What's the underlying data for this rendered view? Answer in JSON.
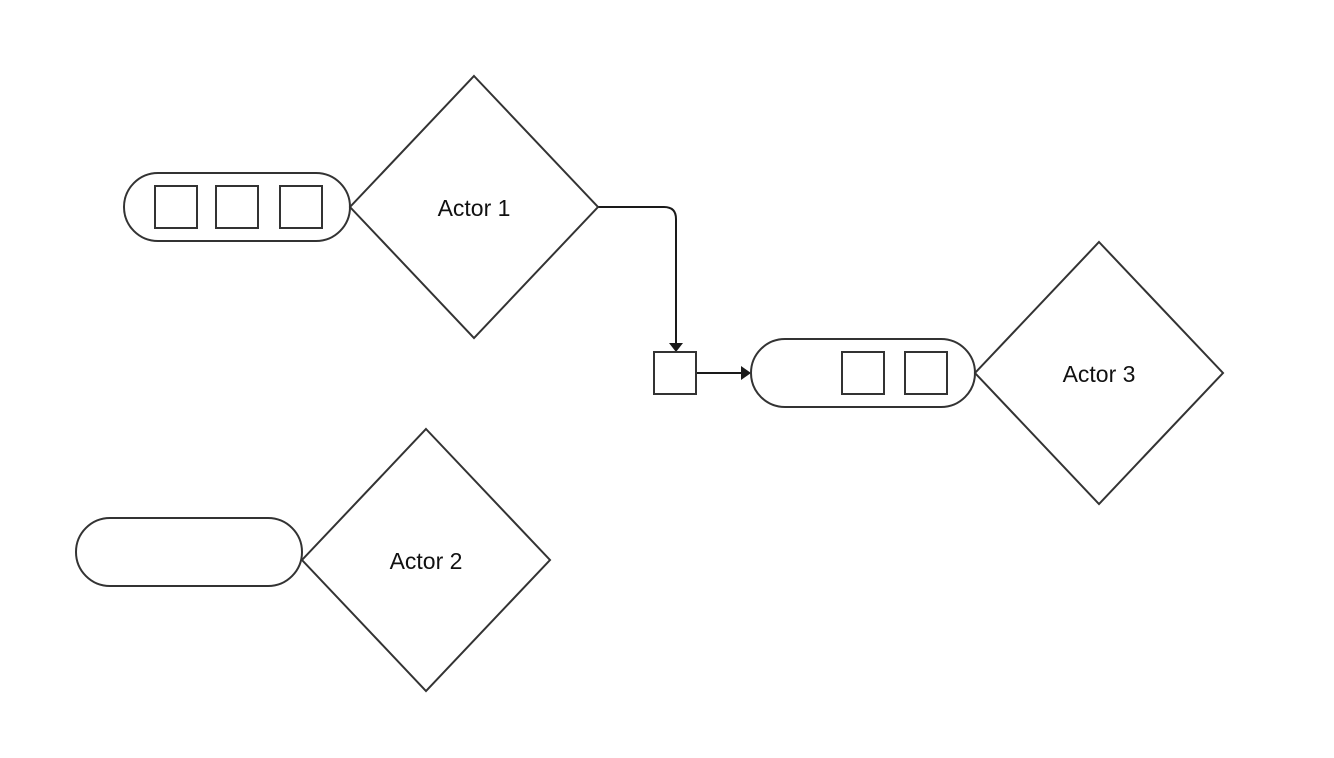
{
  "actors": [
    {
      "id": "actor1",
      "label": "Actor 1",
      "queue_items": 3
    },
    {
      "id": "actor2",
      "label": "Actor 2",
      "queue_items": 0
    },
    {
      "id": "actor3",
      "label": "Actor 3",
      "queue_items": 2
    }
  ],
  "connections": [
    {
      "from": "actor1",
      "to": "token",
      "arrow": true
    },
    {
      "from": "token",
      "to": "actor3-queue",
      "arrow": true
    }
  ],
  "in_transit_tokens": 1,
  "colors": {
    "stroke": "#333333",
    "edge": "#1a1a1a",
    "fill": "#ffffff",
    "text": "#111111"
  }
}
